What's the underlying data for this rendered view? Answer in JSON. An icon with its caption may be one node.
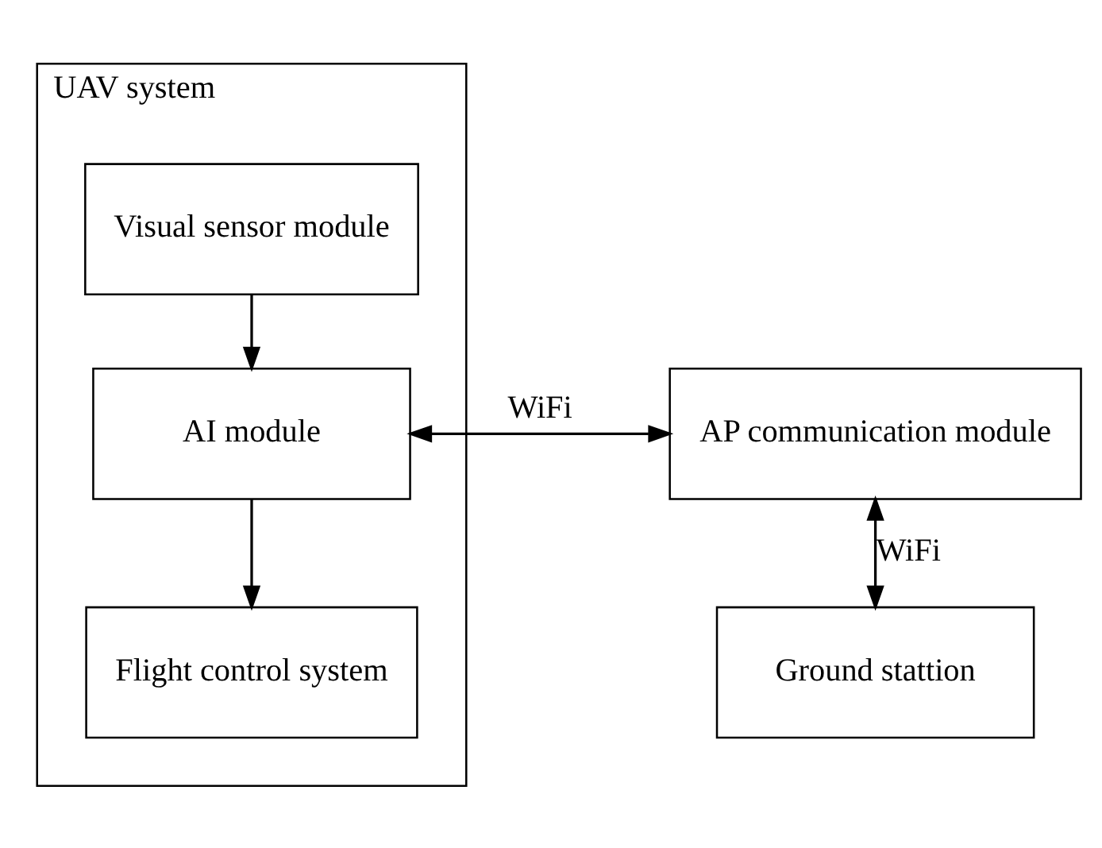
{
  "diagram": {
    "nodes": [
      {
        "text": [
          "UAV system"
        ]
      },
      {
        "text": [
          "Visual sensor module"
        ],
        "in": 0
      },
      {
        "text": [
          "AI module"
        ],
        "in": 0
      },
      {
        "text": [
          "Flight control system"
        ],
        "in": 0
      },
      {
        "text": [
          "AP communication module"
        ]
      },
      {
        "text": [
          "Ground stattion"
        ]
      }
    ],
    "edges": [
      {
        "from": 1,
        "to": 2,
        "arrow": "to"
      },
      {
        "from": 2,
        "to": 3,
        "arrow": "to"
      },
      {
        "from": 2,
        "to": 4,
        "arrow": "both",
        "label": "WiFi"
      },
      {
        "from": 4,
        "to": 5,
        "arrow": "both",
        "label": "WiFi"
      }
    ]
  }
}
